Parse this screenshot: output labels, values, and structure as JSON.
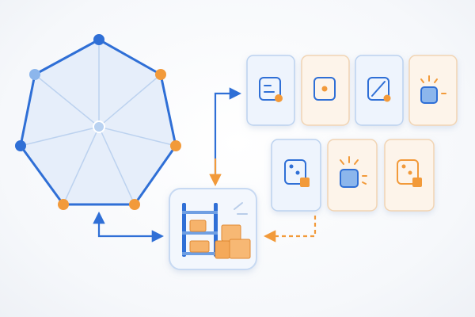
{
  "colors": {
    "blue": "#2f6fd6",
    "blue_light": "#8cb6ec",
    "orange": "#f29a3a",
    "card_blue_bg": "#eef4fd",
    "card_orange_bg": "#fdf4ea",
    "polygon_fill": "#e6eefa"
  },
  "network": {
    "shape": "heptagon",
    "node_count": 7,
    "has_center_node": true,
    "node_colors": [
      "blue",
      "orange",
      "orange",
      "orange",
      "orange",
      "blue",
      "blue-light"
    ]
  },
  "cards": [
    {
      "row": 1,
      "style": "blue",
      "icon": "doc-lines-icon"
    },
    {
      "row": 1,
      "style": "orange",
      "icon": "square-dot-icon"
    },
    {
      "row": 1,
      "style": "blue",
      "icon": "slash-square-icon"
    },
    {
      "row": 1,
      "style": "orange",
      "icon": "sparkle-square-icon"
    },
    {
      "row": 2,
      "style": "blue",
      "icon": "dots-square-icon"
    },
    {
      "row": 2,
      "style": "orange",
      "icon": "sparkle-square-icon"
    },
    {
      "row": 2,
      "style": "orange",
      "icon": "dots-square-icon"
    }
  ],
  "hub": {
    "icon": "warehouse-shelves-icon"
  },
  "connectors": [
    {
      "name": "network-to-hub",
      "style": "solid",
      "color": "blue"
    },
    {
      "name": "hub-to-cards",
      "style": "solid",
      "color": "blue"
    },
    {
      "name": "cards-to-hub",
      "style": "dashed",
      "color": "orange"
    }
  ]
}
